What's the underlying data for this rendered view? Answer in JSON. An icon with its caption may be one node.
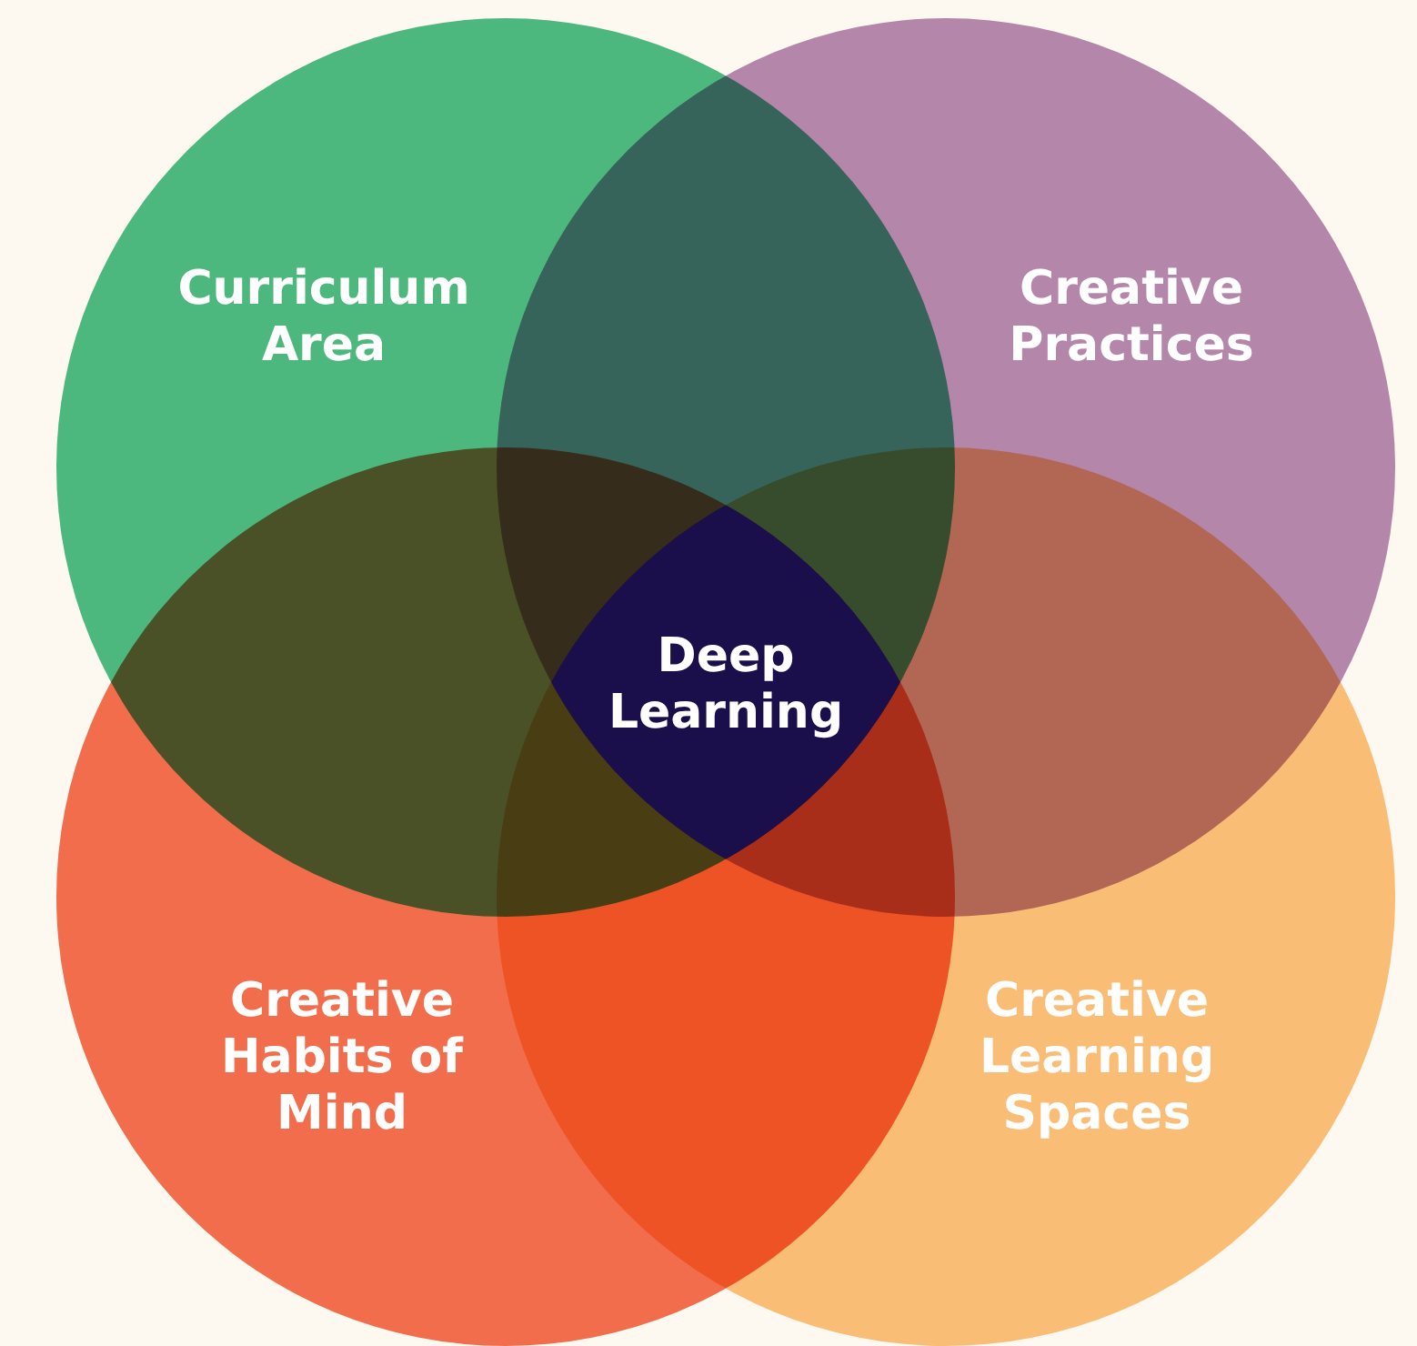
{
  "diagram": {
    "nodes": [
      {
        "text": [
          "Curriculum Area"
        ]
      },
      {
        "text": [
          "Creative Practices"
        ]
      },
      {
        "text": [
          "Creative Habits of Mind"
        ]
      },
      {
        "text": [
          "Creative Learning Spaces"
        ]
      },
      {
        "text": [
          "Deep Learning"
        ]
      }
    ]
  }
}
